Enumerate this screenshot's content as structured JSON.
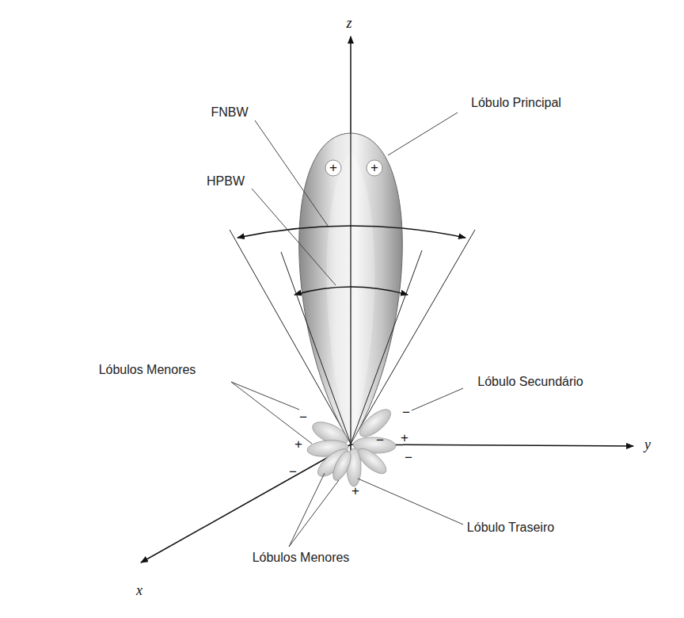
{
  "diagram": {
    "labels": [
      "z",
      "FNBW",
      "Lóbulo Principal",
      "HPBW",
      "+",
      "+",
      "Lóbulos Menores",
      "Lóbulo Secundário",
      "−",
      "−",
      "+",
      "−",
      "+",
      "−",
      "−",
      "+",
      "y",
      "Lóbulo Traseiro",
      "Lóbulos Menores",
      "x"
    ]
  }
}
